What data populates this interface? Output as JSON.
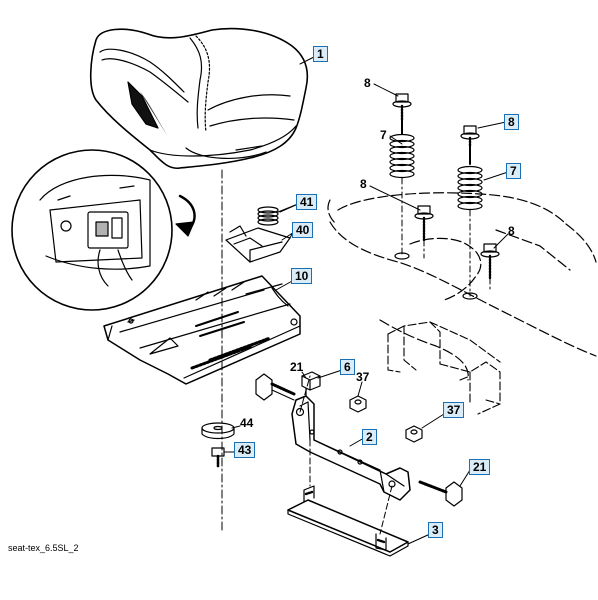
{
  "diagram": {
    "caption": "seat-tex_6.5SL_2",
    "colors": {
      "line": "#000000",
      "box_border": "#1a6fb5",
      "box_fill": "#d9ecf8"
    },
    "callouts": [
      {
        "id": "c1",
        "label": "1",
        "boxed": true
      },
      {
        "id": "c8a",
        "label": "8",
        "boxed": false
      },
      {
        "id": "c8b",
        "label": "8",
        "boxed": true
      },
      {
        "id": "c7a",
        "label": "7",
        "boxed": false
      },
      {
        "id": "c7b",
        "label": "7",
        "boxed": true
      },
      {
        "id": "c8c",
        "label": "8",
        "boxed": false
      },
      {
        "id": "c8d",
        "label": "8",
        "boxed": false
      },
      {
        "id": "c41",
        "label": "41",
        "boxed": true
      },
      {
        "id": "c40",
        "label": "40",
        "boxed": true
      },
      {
        "id": "c10",
        "label": "10",
        "boxed": true
      },
      {
        "id": "c21a",
        "label": "21",
        "boxed": false
      },
      {
        "id": "c6",
        "label": "6",
        "boxed": true
      },
      {
        "id": "c37a",
        "label": "37",
        "boxed": false
      },
      {
        "id": "c37b",
        "label": "37",
        "boxed": true
      },
      {
        "id": "c44",
        "label": "44",
        "boxed": false
      },
      {
        "id": "c43",
        "label": "43",
        "boxed": true
      },
      {
        "id": "c2",
        "label": "2",
        "boxed": true
      },
      {
        "id": "c21b",
        "label": "21",
        "boxed": true
      },
      {
        "id": "c3",
        "label": "3",
        "boxed": true
      }
    ]
  }
}
